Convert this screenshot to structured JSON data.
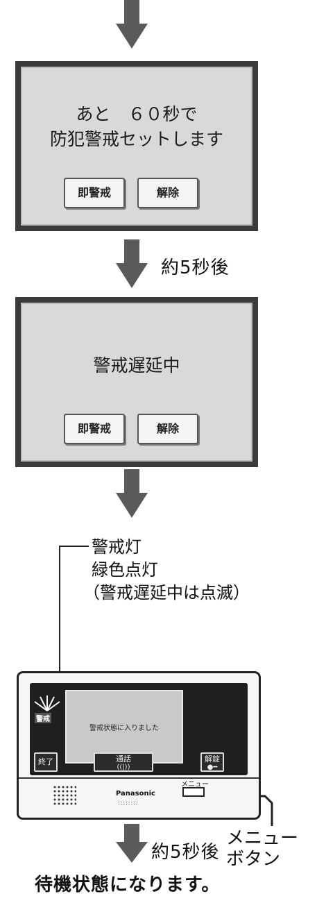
{
  "steps": {
    "countdown": {
      "line1": "あと　６０秒で",
      "line2": "防犯警戒セットします",
      "arm_now_button": "即警戒",
      "cancel_button": "解除"
    },
    "after1": "約5秒後",
    "delay": {
      "message": "警戒遅延中",
      "arm_now_button": "即警戒",
      "cancel_button": "解除"
    }
  },
  "callouts": {
    "lamp_line1": "警戒灯",
    "lamp_line2": "緑色点灯",
    "lamp_line3": "（警戒遅延中は点滅）",
    "menu_line1": "メニュー",
    "menu_line2": "ボタン"
  },
  "device": {
    "lamp_label": "警戒",
    "lcd_text": "警戒状態に入りました",
    "end_button": "終了",
    "talk_button": "通話",
    "unlock_button": "解錠",
    "brand": "Panasonic",
    "menu_label": "メニュー"
  },
  "after2": "約5秒後",
  "final_text": "待機状態になります。",
  "colors": {
    "arrow": "#5a5a5a",
    "screen_frame": "#3a3a3a",
    "screen_bg": "#d9d9d9"
  }
}
